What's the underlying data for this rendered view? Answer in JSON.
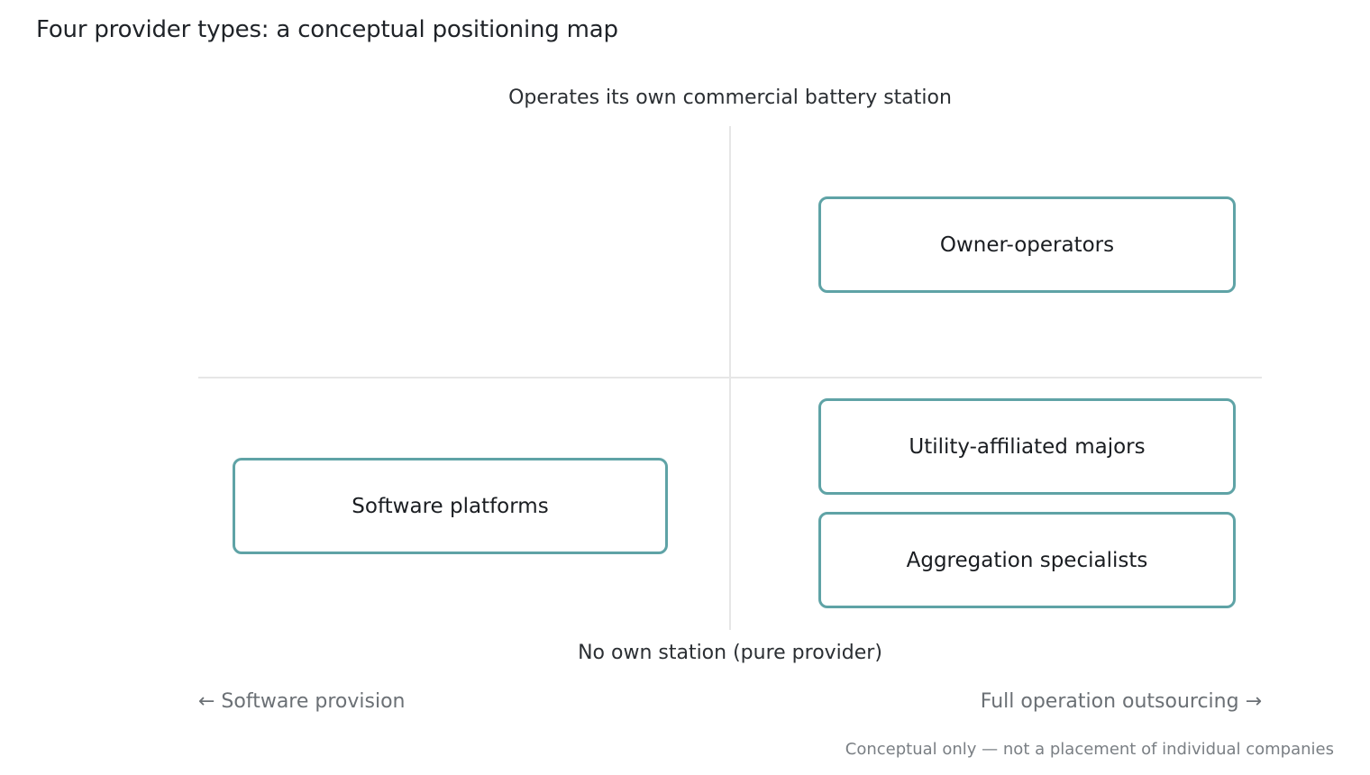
{
  "title": "Four provider types: a conceptual positioning map",
  "y_axis": {
    "top_label": "Operates its own commercial battery station",
    "bottom_label": "No own station (pure provider)"
  },
  "x_axis": {
    "left_label": "← Software provision",
    "right_label": "Full operation outsourcing →"
  },
  "boxes": {
    "owner_operators": "Owner-operators",
    "utility_majors": "Utility-affiliated majors",
    "aggregation": "Aggregation specialists",
    "software": "Software platforms"
  },
  "footnote": "Conceptual only — not a placement of individual companies",
  "colors": {
    "box_border": "#5fa3a6",
    "grid_line": "#e6e6e6"
  }
}
